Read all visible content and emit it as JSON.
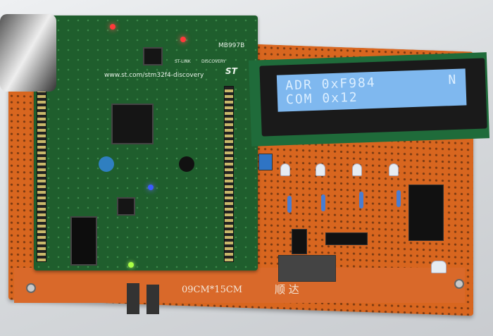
{
  "board": {
    "url": "www.st.com/stm32f4-discovery",
    "model": "MB997B",
    "label_discovery": "DISCOVERY",
    "label_stlink": "ST-LINK",
    "logo": "ST"
  },
  "lcd": {
    "line1_left": "ADR 0xF984",
    "line1_right": "N",
    "line2_left": "COM 0x12"
  },
  "pcb": {
    "size_label": "09CM*15CM",
    "brand_label": "顺 达"
  },
  "colors": {
    "pcb": "#d8661f",
    "board": "#1f5e2d",
    "lcd_backlight": "#7fb8ef"
  }
}
